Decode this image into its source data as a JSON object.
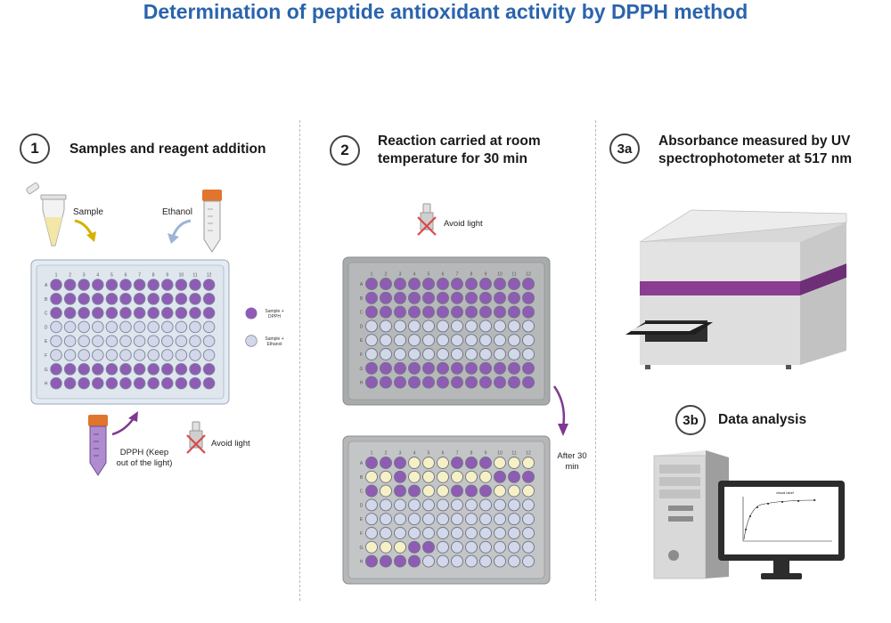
{
  "title": "Determination of peptide antioxidant activity by DPPH method",
  "steps": [
    {
      "number": "1",
      "heading": "Samples and reagent addition"
    },
    {
      "number": "2",
      "heading_line1": "Reaction carried at room",
      "heading_line2": "temperature for 30 min"
    },
    {
      "number": "3a",
      "heading_line1": "Absorbance measured by UV",
      "heading_line2": "spectrophotometer at 517 nm"
    },
    {
      "number": "3b",
      "heading": "Data analysis"
    }
  ],
  "labels": {
    "sample": "Sample",
    "ethanol": "Ethanol",
    "dpph_line1": "DPPH (Keep",
    "dpph_line2": "out of the light)",
    "avoid_light": "Avoid light",
    "after_30_line1": "After 30",
    "after_30_line2": "min",
    "legend_dpph_line1": "Sample +",
    "legend_dpph_line2": "DPPH",
    "legend_ethanol_line1": "Sample +",
    "legend_ethanol_line2": "Ethanol"
  },
  "plate": {
    "columns": [
      "1",
      "2",
      "3",
      "4",
      "5",
      "6",
      "7",
      "8",
      "9",
      "10",
      "11",
      "12"
    ],
    "rows": [
      "A",
      "B",
      "C",
      "D",
      "E",
      "F",
      "G",
      "H"
    ],
    "initial_layout": [
      "PPPPPPPPPPPP",
      "PPPPPPPPPPPP",
      "PPPPPPPPPPPP",
      "EEEEEEEEEEEE",
      "EEEEEEEEEEEE",
      "EEEEEEEEEEEE",
      "PPPPPPPPPPPP",
      "PPPPPPPPPPPP"
    ],
    "after_layout": [
      "PPPYYYPPPYYY",
      "YYPYYYYYYPPP",
      "PYPPYYPPPYYY",
      "EEEEEEEEEEEE",
      "EEEEEEEEEEEE",
      "EEEEEEEEEEEE",
      "YYYPPEEEEEEE",
      "PPPPEEEEEEEE"
    ]
  },
  "colors": {
    "title": "#2b64ad",
    "dpph_purple": "#8e5cb5",
    "ethanol_blue": "#d2d8ea",
    "decolorized_yellow": "#f6f0c6",
    "instrument_band": "#8a3d91",
    "arrow_yellow": "#d6b100",
    "arrow_purple": "#7e3a8f",
    "arrow_blue": "#9fb3d6"
  },
  "screen_chart": {
    "title": "visual label"
  }
}
